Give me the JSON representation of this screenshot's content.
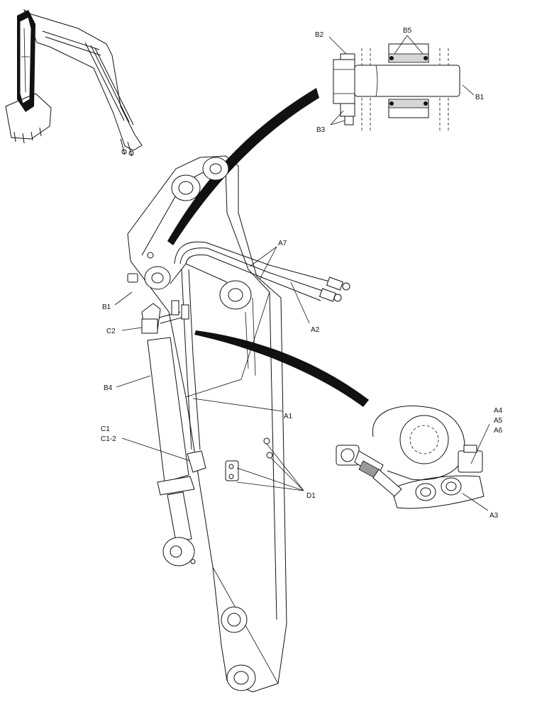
{
  "labels": {
    "b2": "B2",
    "b5": "B5",
    "b1_top": "B1",
    "b3": "B3",
    "a7": "A7",
    "a2": "A2",
    "b1_left": "B1",
    "c2": "C2",
    "b4": "B4",
    "a1": "A1",
    "c1": "C1",
    "c1_2": "C1-2",
    "d1": "D1",
    "a4": "A4",
    "a5": "A5",
    "a6": "A6",
    "a3": "A3"
  }
}
